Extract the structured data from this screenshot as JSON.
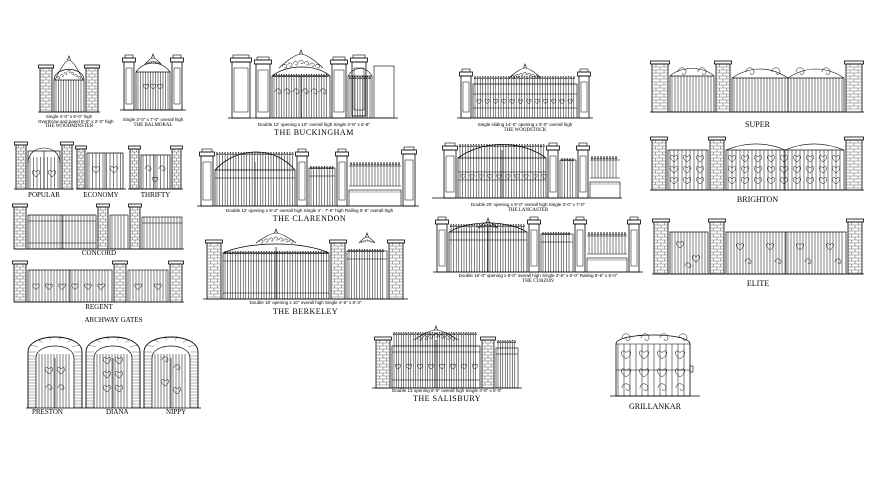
{
  "gates": {
    "woodminster": {
      "name": "THE WOODMINSTER",
      "spec1": "Single 4'-0\" x 9'-0\" high",
      "spec2": "Overthrow and panel 8'-0\" x 2'-0\" high"
    },
    "balmoral": {
      "name": "THE BALMORAL",
      "spec1": "Single 3'-0\" x 7'-0\" overall high"
    },
    "buckingham": {
      "name": "THE BUCKINGHAM",
      "spec1": "Double 12' opening x 10\" overall high    Single 3'-6\" x 6'-8\""
    },
    "woodstock": {
      "name": "THE WOODSTOCK",
      "spec1": "Single sliding 14'-0\" opening x 6'-0\" overall high"
    },
    "super": {
      "name": "SUPER"
    },
    "popular": {
      "name": "POPULAR"
    },
    "economy": {
      "name": "ECONOMY"
    },
    "thrifty": {
      "name": "THRIFTY"
    },
    "concord": {
      "name": "CONCORD"
    },
    "regent": {
      "name": "REGENT"
    },
    "clarendon": {
      "name": "THE CLARENDON",
      "spec1": "Double 12' opening x 8'-3\" overall high    Single 4' - 7'-6\" high    Railing 5'-6\" overall high"
    },
    "lancaster": {
      "name": "THE LANCASTER",
      "spec1": "Double 20' opening x 9'-0\" overall high    Single 3'-0\" x 7'-0\""
    },
    "brighton": {
      "name": "BRIGHTON"
    },
    "berkeley": {
      "name": "THE BERKELEY",
      "spec1": "Double 18' opening x 10\" overall high    Single 4'-6\" x 8'-3\""
    },
    "curzon": {
      "name": "THE CURZON",
      "spec1": "Double 16'-0\" opening x 8'-0\" overall high    Single 3'-6\" x 6'-0\"    Railing 5'-6\" x 5'-0\""
    },
    "elite": {
      "name": "ELITE"
    },
    "archway": {
      "heading": "ARCHWAY GATES",
      "left": "PRESTON",
      "middle": "DIANA",
      "right": "NIPPY"
    },
    "salisbury": {
      "name": "THE SALISBURY",
      "spec1": "Double 13 opening    8'-6\" overall high    Single 3'-6\" x 6'-0\""
    },
    "grillankar": {
      "name": "GRILLANKAR"
    }
  },
  "colors": {
    "line": "#000000",
    "background": "#ffffff"
  }
}
